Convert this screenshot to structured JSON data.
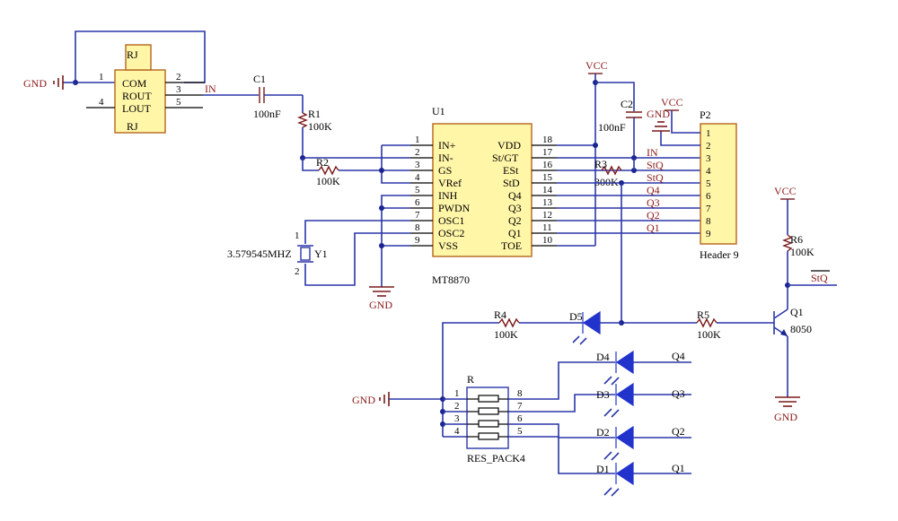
{
  "rj": {
    "title_top": "RJ",
    "title_bottom": "RJ",
    "pin_com": "COM",
    "pin_rout": "ROUT",
    "pin_lout": "LOUT",
    "pins": {
      "p1": "1",
      "p2": "2",
      "p3": "3",
      "p4": "4",
      "p5": "5"
    }
  },
  "gnd_label": "GND",
  "vcc_label": "VCC",
  "in_label": "IN",
  "c1": {
    "ref": "C1",
    "value": "100nF"
  },
  "c2": {
    "ref": "C2",
    "value": "100nF"
  },
  "r1": {
    "ref": "R1",
    "value": "100K"
  },
  "r2": {
    "ref": "R2",
    "value": "100K"
  },
  "r3": {
    "ref": "R3",
    "value": "300K"
  },
  "r4": {
    "ref": "R4",
    "value": "100K"
  },
  "r5": {
    "ref": "R5",
    "value": "100K"
  },
  "r6": {
    "ref": "R6",
    "value": "100K"
  },
  "y1": {
    "ref": "Y1",
    "value": "3.579545MHZ",
    "pin1": "1",
    "pin2": "2"
  },
  "u1": {
    "ref": "U1",
    "part": "MT8870",
    "left_pins": [
      {
        "n": "1",
        "name": "IN+"
      },
      {
        "n": "2",
        "name": "IN-"
      },
      {
        "n": "3",
        "name": "GS"
      },
      {
        "n": "4",
        "name": "VRef"
      },
      {
        "n": "5",
        "name": "INH"
      },
      {
        "n": "6",
        "name": "PWDN"
      },
      {
        "n": "7",
        "name": "OSC1"
      },
      {
        "n": "8",
        "name": "OSC2"
      },
      {
        "n": "9",
        "name": "VSS"
      }
    ],
    "right_pins": [
      {
        "n": "18",
        "name": "VDD"
      },
      {
        "n": "17",
        "name": "St/GT"
      },
      {
        "n": "16",
        "name": "ESt"
      },
      {
        "n": "15",
        "name": "StD"
      },
      {
        "n": "14",
        "name": "Q4"
      },
      {
        "n": "13",
        "name": "Q3"
      },
      {
        "n": "12",
        "name": "Q2"
      },
      {
        "n": "11",
        "name": "Q1"
      },
      {
        "n": "10",
        "name": "TOE"
      }
    ]
  },
  "p2": {
    "ref": "P2",
    "part": "Header 9",
    "pins": [
      "1",
      "2",
      "3",
      "4",
      "5",
      "6",
      "7",
      "8",
      "9"
    ],
    "nets": [
      "IN",
      "StQ",
      "StQ",
      "Q4",
      "Q3",
      "Q2",
      "Q1"
    ]
  },
  "stq_label": "StQ",
  "q1": {
    "ref": "Q1",
    "part": "8050"
  },
  "d5": {
    "ref": "D5"
  },
  "leds": [
    {
      "ref": "D4",
      "net": "Q4"
    },
    {
      "ref": "D3",
      "net": "Q3"
    },
    {
      "ref": "D2",
      "net": "Q2"
    },
    {
      "ref": "D1",
      "net": "Q1"
    }
  ],
  "rpack": {
    "ref": "R",
    "part": "RES_PACK4",
    "left": [
      "1",
      "2",
      "3",
      "4"
    ],
    "right": [
      "8",
      "7",
      "6",
      "5"
    ]
  }
}
